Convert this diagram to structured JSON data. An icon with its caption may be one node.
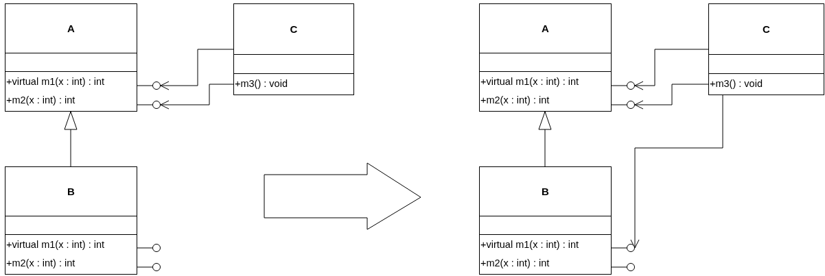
{
  "diagram": {
    "nodes": [
      {
        "text": [
          "A",
          "+virtual m1(x : int) : int",
          "+m2(x : int) : int"
        ]
      },
      {
        "text": [
          "C",
          "+m3() : void"
        ]
      },
      {
        "text": [],
        "shape": "circle"
      },
      {
        "text": [],
        "shape": "circle"
      },
      {
        "text": [
          "B",
          "+virtual m1(x : int) : int",
          "+m2(x : int) : int"
        ]
      },
      {
        "text": [],
        "shape": "circle"
      },
      {
        "text": [],
        "shape": "circle"
      },
      {
        "text": [
          "A",
          "+virtual m1(x : int) : int",
          "+m2(x : int) : int"
        ]
      },
      {
        "text": [
          "C",
          "+m3() : void"
        ]
      },
      {
        "text": [],
        "shape": "circle"
      },
      {
        "text": [],
        "shape": "circle"
      },
      {
        "text": [
          "B",
          "+virtual m1(x : int) : int",
          "+m2(x : int) : int"
        ]
      },
      {
        "text": [],
        "shape": "circle"
      },
      {
        "text": [],
        "shape": "circle"
      }
    ],
    "edges": [
      {
        "from": 0,
        "to": 2,
        "arrow": "none"
      },
      {
        "from": 0,
        "to": 3,
        "arrow": "none"
      },
      {
        "from": 1,
        "to": 2,
        "arrow": "to"
      },
      {
        "from": 1,
        "to": 3,
        "arrow": "to"
      },
      {
        "from": 4,
        "to": 0,
        "arrow": "to"
      },
      {
        "from": 4,
        "to": 5,
        "arrow": "none"
      },
      {
        "from": 4,
        "to": 6,
        "arrow": "none"
      },
      {
        "from": 7,
        "to": 9,
        "arrow": "none"
      },
      {
        "from": 7,
        "to": 10,
        "arrow": "none"
      },
      {
        "from": 8,
        "to": 9,
        "arrow": "to"
      },
      {
        "from": 8,
        "to": 10,
        "arrow": "to"
      },
      {
        "from": 11,
        "to": 7,
        "arrow": "to"
      },
      {
        "from": 11,
        "to": 12,
        "arrow": "none"
      },
      {
        "from": 11,
        "to": 13,
        "arrow": "none"
      },
      {
        "from": 8,
        "to": 12,
        "arrow": "to"
      }
    ]
  }
}
